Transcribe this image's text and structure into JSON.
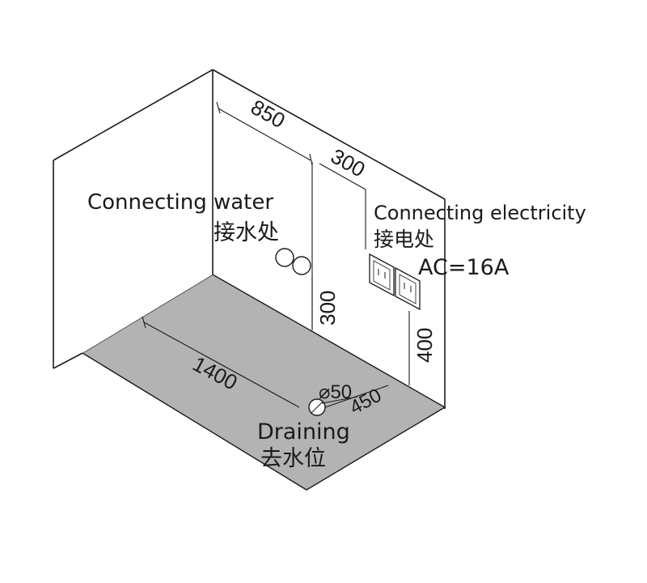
{
  "labels": {
    "water_en": "Connecting water",
    "water_zh": "接水处",
    "electric_en": "Connecting electricity",
    "electric_zh": "接电处",
    "ac": "AC=16A",
    "drain_en": "Draining",
    "drain_zh": "去水位"
  },
  "dimensions": {
    "wall_offset_water": "850",
    "water_to_electric": "300",
    "water_height": "300",
    "electric_height": "400",
    "floor_length": "1400",
    "drain_diameter": "⌀50",
    "drain_offset": "450"
  },
  "colors": {
    "floor": "#b3b3b3",
    "wall": "#ffffff",
    "line": "#1a1a1a"
  }
}
